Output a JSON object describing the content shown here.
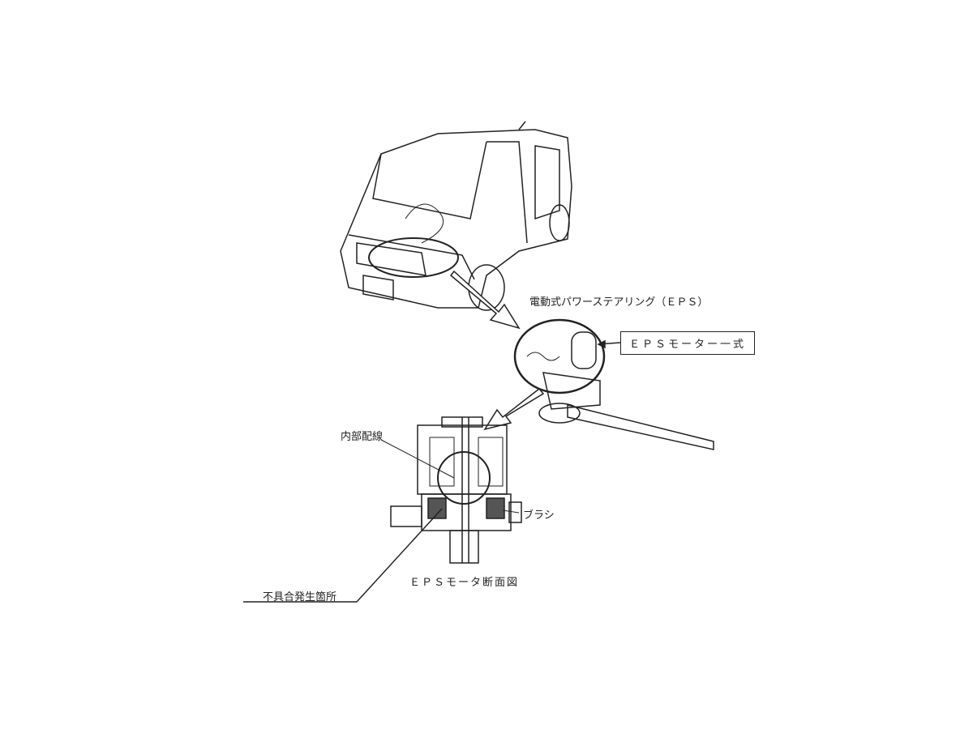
{
  "labels": {
    "eps_system": "電動式パワーステアリング（ＥＰＳ）",
    "eps_motor_assembly": "ＥＰＳモーター一式",
    "internal_wiring": "内部配線",
    "brush": "ブラシ",
    "cross_section_caption": "ＥＰＳモータ断面図",
    "defect_location": "不具合発生箇所"
  }
}
